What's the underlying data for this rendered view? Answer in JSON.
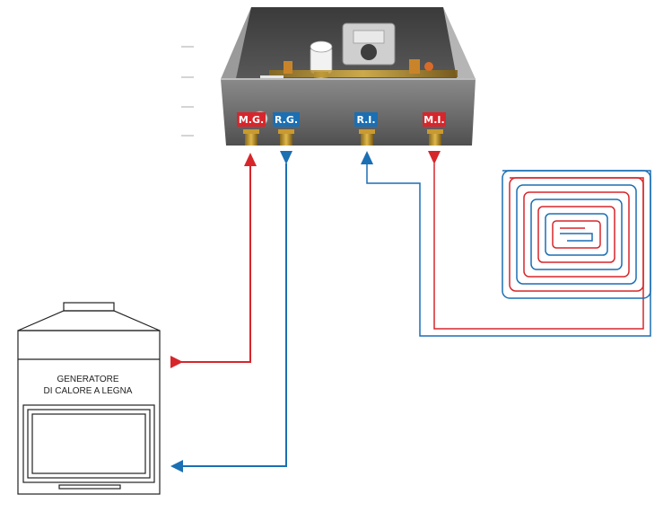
{
  "ports": [
    {
      "id": "mg",
      "label": "M.G.",
      "color": "#d7262b"
    },
    {
      "id": "rg",
      "label": "R.G.",
      "color": "#1b6fb3"
    },
    {
      "id": "ri",
      "label": "R.I.",
      "color": "#1b6fb3"
    },
    {
      "id": "mi",
      "label": "M.I.",
      "color": "#d7262b"
    }
  ],
  "generator": {
    "line1": "GENERATORE",
    "line2": "DI CALORE A LEGNA"
  },
  "colors": {
    "supply": "#d7262b",
    "return": "#1b6fb3"
  },
  "components": {
    "unit": "hydraulic-unit-box",
    "floor": "underfloor-heating-coil",
    "generator": "wood-heat-generator"
  }
}
